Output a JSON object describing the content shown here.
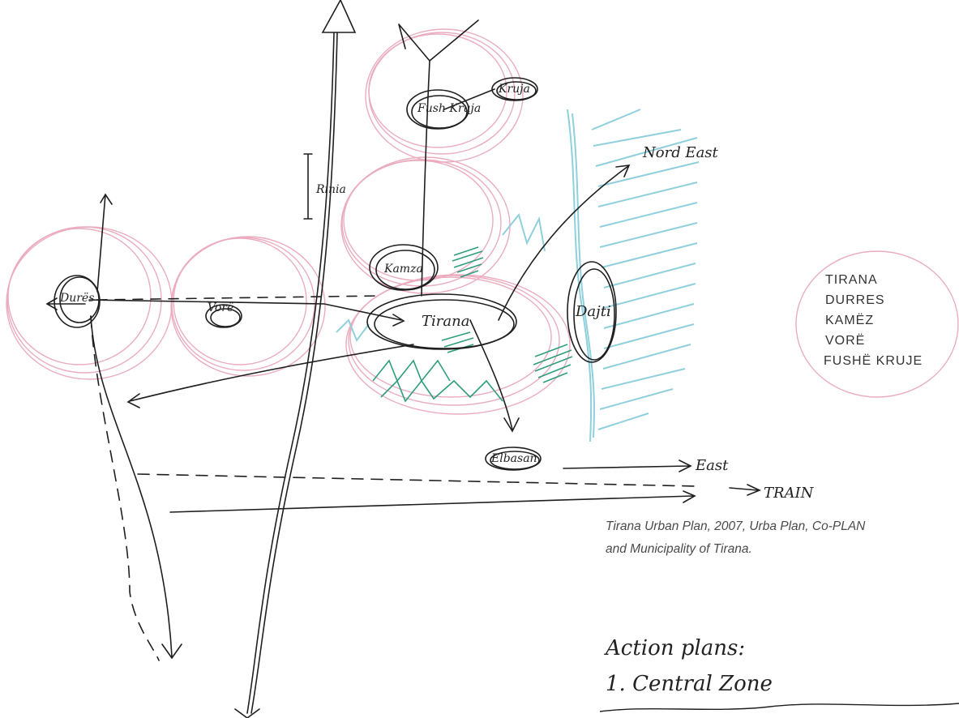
{
  "sketch": {
    "places": {
      "durres": "Durës",
      "vore": "Vorë",
      "kamza": "Kamza",
      "tirana": "Tirana",
      "fushe_kruja": "Fush Kruja",
      "kruja": "Kruja",
      "dajti": "Dajti",
      "elbasan": "Elbasan"
    },
    "directions": {
      "nord_east": "Nord East",
      "east": "East",
      "train": "TRAIN",
      "rinia": "Rinia"
    },
    "legend": [
      "TIRANA",
      "DURRES",
      "KAMËZ",
      "VORË",
      "FUSHË KRUJE"
    ],
    "notes": {
      "heading": "Action plans:",
      "item_1": "1. Central Zone"
    }
  },
  "caption": {
    "line_1": "Tirana Urban Plan, 2007, Urba Plan, Co-PLAN",
    "line_2": "and Municipality of Tirana."
  },
  "colors": {
    "ink": "#1f1f1f",
    "pink": "#e8a4b8",
    "cyan": "#8fd0dc",
    "green": "#2e9e7c",
    "caption": "#4a4a4a"
  }
}
